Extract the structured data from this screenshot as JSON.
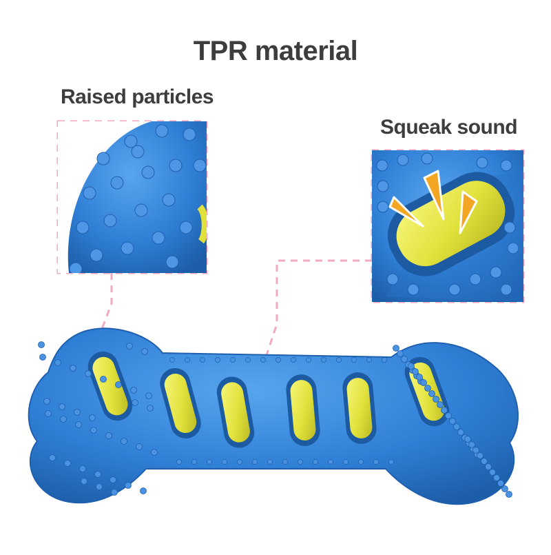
{
  "title": "TPR material",
  "callouts": [
    {
      "label": "Raised particles"
    },
    {
      "label": "Squeak sound"
    }
  ],
  "colors": {
    "toy_blue": "#2f7fd6",
    "toy_blue_dark": "#1f5fae",
    "insert_yellow": "#e6e64a",
    "dashed_pink": "#f2a9c2",
    "text": "#3d3d3d",
    "accent_orange": "#f3a623"
  }
}
